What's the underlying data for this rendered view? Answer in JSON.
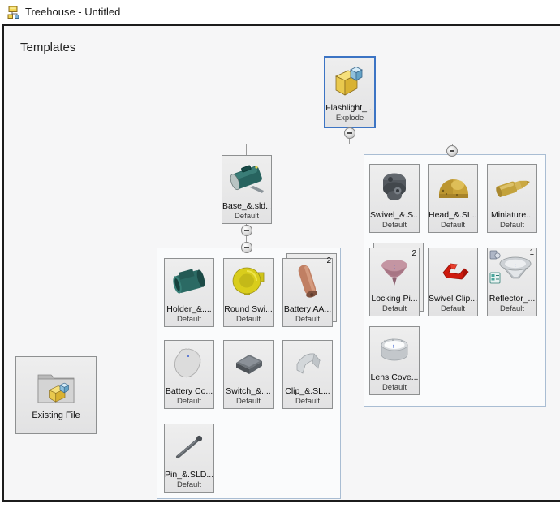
{
  "window": {
    "title": "Treehouse - Untitled",
    "app_icon": "treehouse-app-icon"
  },
  "canvas": {
    "heading": "Templates"
  },
  "colors": {
    "selection_blue": "#3c74c4",
    "group_border": "#a9bdd3",
    "card_background": "#e7e7e8",
    "canvas_background": "#f6f6f7",
    "connector_gray": "#9a9a9a"
  },
  "root": {
    "label": "Flashlight_...",
    "config": "Explode",
    "icon": "flashlight-assembly-icon",
    "selected": true
  },
  "base": {
    "label": "Base_&.sld...",
    "config": "Default",
    "icon": "base-part-icon"
  },
  "left_group": {
    "nodes": [
      {
        "label": "Holder_&....",
        "config": "Default",
        "icon": "holder-part-icon"
      },
      {
        "label": "Round Swi...",
        "config": "Default",
        "icon": "round-switch-part-icon"
      },
      {
        "label": "Battery AA...",
        "config": "Default",
        "icon": "battery-part-icon",
        "count": "2"
      },
      {
        "label": "Battery Co...",
        "config": "Default",
        "icon": "battery-cover-part-icon"
      },
      {
        "label": "Switch_&....",
        "config": "Default",
        "icon": "switch-part-icon"
      },
      {
        "label": "Clip_&.SL...",
        "config": "Default",
        "icon": "clip-part-icon"
      },
      {
        "label": "Pin_&.SLD...",
        "config": "Default",
        "icon": "pin-part-icon"
      }
    ]
  },
  "right_group": {
    "nodes": [
      {
        "label": "Swivel_&.S...",
        "config": "Default",
        "icon": "swivel-part-icon"
      },
      {
        "label": "Head_&.SL...",
        "config": "Default",
        "icon": "head-part-icon"
      },
      {
        "label": "Miniature...",
        "config": "Default",
        "icon": "miniature-bulb-part-icon"
      },
      {
        "label": "Locking Pi...",
        "config": "Default",
        "icon": "locking-pin-part-icon",
        "count": "2"
      },
      {
        "label": "Swivel Clip...",
        "config": "Default",
        "icon": "swivel-clip-part-icon"
      },
      {
        "label": "Reflector_...",
        "config": "Default",
        "icon": "reflector-part-icon",
        "count": "1"
      },
      {
        "label": "Lens Cove...",
        "config": "Default",
        "icon": "lens-cover-part-icon"
      }
    ]
  },
  "existing_file": {
    "label": "Existing File",
    "icon": "existing-file-folder-icon"
  }
}
